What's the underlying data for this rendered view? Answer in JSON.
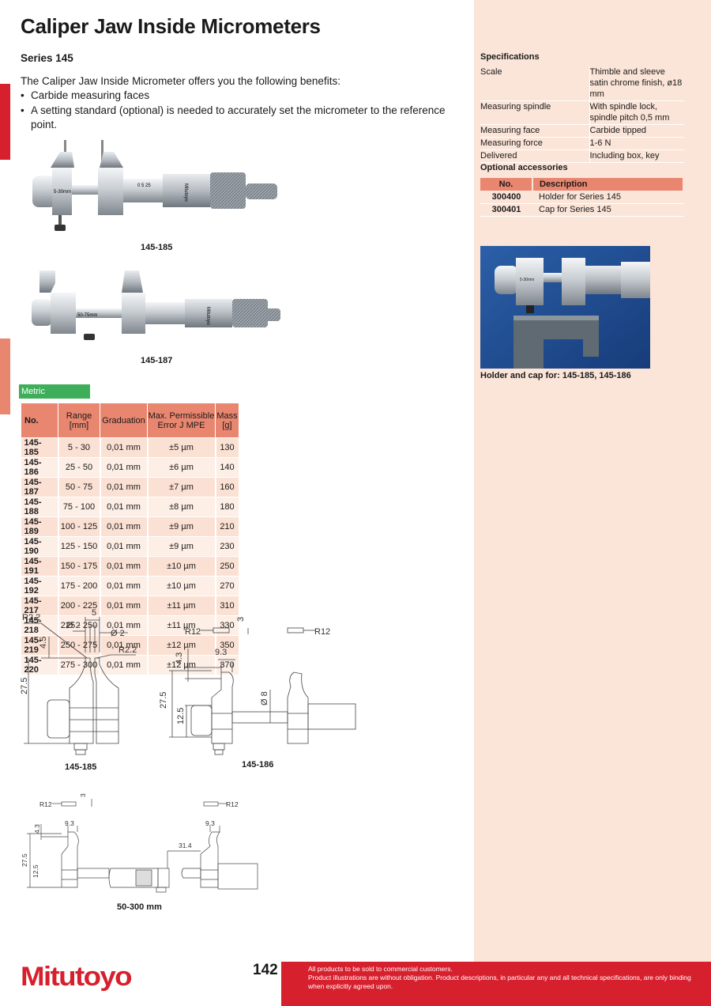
{
  "title": "Caliper Jaw Inside Micrometers",
  "series": "Series 145",
  "intro": "The Caliper Jaw Inside Micrometer offers you the following benefits:",
  "bullets": [
    "Carbide measuring faces",
    "A setting standard (optional) is needed to accurately set the micrometer to the reference point."
  ],
  "bullet_symbol": "•",
  "photos": [
    {
      "caption": "145-185",
      "icon": "caliper-micrometer-photo"
    },
    {
      "caption": "145-187",
      "icon": "caliper-micrometer-photo"
    }
  ],
  "metric_label": "Metric",
  "metric_table": {
    "headers": [
      "No.",
      "Range [mm]",
      "Graduation",
      "Max. Permissible Error J MPE",
      "Mass [g]"
    ],
    "rows": [
      [
        "145-185",
        "5 - 30",
        "0,01 mm",
        "±5 µm",
        "130"
      ],
      [
        "145-186",
        "25 - 50",
        "0,01 mm",
        "±6 µm",
        "140"
      ],
      [
        "145-187",
        "50 - 75",
        "0,01 mm",
        "±7 µm",
        "160"
      ],
      [
        "145-188",
        "75 - 100",
        "0,01 mm",
        "±8 µm",
        "180"
      ],
      [
        "145-189",
        "100 - 125",
        "0,01 mm",
        "±9 µm",
        "210"
      ],
      [
        "145-190",
        "125 - 150",
        "0,01 mm",
        "±9 µm",
        "230"
      ],
      [
        "145-191",
        "150 - 175",
        "0,01 mm",
        "±10 µm",
        "250"
      ],
      [
        "145-192",
        "175 - 200",
        "0,01 mm",
        "±10 µm",
        "270"
      ],
      [
        "145-217",
        "200 - 225",
        "0,01 mm",
        "±11 µm",
        "310"
      ],
      [
        "145-218",
        "225 - 250",
        "0,01 mm",
        "±11 µm",
        "330"
      ],
      [
        "145-219",
        "250 - 275",
        "0,01 mm",
        "±12 µm",
        "350"
      ],
      [
        "145-220",
        "275 - 300",
        "0,01 mm",
        "±12 µm",
        "370"
      ]
    ]
  },
  "specs": {
    "title": "Specifications",
    "rows": [
      [
        "Scale",
        "Thimble and sleeve satin chrome finish, ø18 mm"
      ],
      [
        "Measuring spindle",
        "With spindle lock, spindle pitch 0,5 mm"
      ],
      [
        "Measuring face",
        "Carbide tipped"
      ],
      [
        "Measuring force",
        "1-6 N"
      ],
      [
        "Delivered",
        "Including box, key"
      ]
    ]
  },
  "optional": {
    "title": "Optional accessories",
    "headers": [
      "No.",
      "Description"
    ],
    "rows": [
      [
        "300400",
        "Holder for Series 145"
      ],
      [
        "300401",
        "Cap for Series 145"
      ]
    ]
  },
  "holder_caption": "Holder and cap for: 145-185, 145-186",
  "drawings": {
    "d1": {
      "caption": "145-185",
      "labels": [
        "R2.2",
        "5",
        "Ø 2",
        "Ø 2",
        "R2.2",
        "4.5",
        "27.5"
      ]
    },
    "d2": {
      "caption": "145-186",
      "labels": [
        "R12",
        "3",
        "R12",
        "9.3",
        "4.3",
        "27.5",
        "12.5",
        "Ø 8"
      ]
    },
    "d3": {
      "caption": "50-300 mm",
      "labels": [
        "R12",
        "3",
        "R12",
        "9.3",
        "9.3",
        "4.3",
        "27.5",
        "12.5",
        "31.4"
      ]
    }
  },
  "photo_scale": {
    "s1": "5-30mm",
    "s2": "50-75mm",
    "s3": "0 5 25",
    "brand": "Mitutoyo"
  },
  "footer": {
    "page_number": "142",
    "brand": "Mitutoyo",
    "notice_1": "All products to be sold to commercial customers.",
    "notice_2": "Product illustrations are without obligation. Product descriptions, in particular any and all technical specifications, are only binding when explicitly agreed upon."
  },
  "colors": {
    "accent_red": "#d7202e",
    "salmon": "#e98670",
    "panel": "#fbe4d8",
    "metric_green": "#3fae5a"
  }
}
